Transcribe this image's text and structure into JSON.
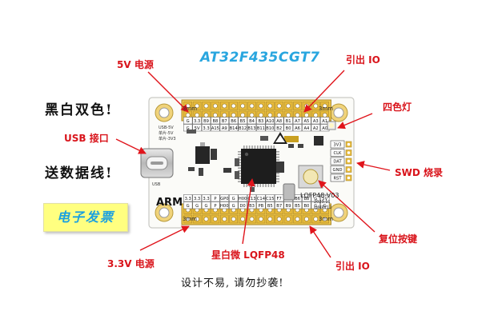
{
  "title": "AT32F435CGT7",
  "callouts": {
    "power_5v": "5V 电源",
    "io_top": "引出 IO",
    "rgb_led": "四色灯",
    "usb": "USB 接口",
    "swd": "SWD 烧录",
    "reset": "复位按键",
    "power_33v": "3.3V 电源",
    "mcu": "星白微 LQFP48",
    "io_bottom": "引出 IO"
  },
  "left_text": {
    "line1": "黑白双色!",
    "line2": "送数据线!",
    "badge": "电子发票"
  },
  "footer_note": "设计不易, 请勿抄袭!",
  "board": {
    "corner_top_left": "3mm",
    "corner_top_right": "3mm",
    "corner_bottom_left": "3mm",
    "corner_bottom_right": "3mm",
    "arm_logo": "ARM",
    "package_label": "LQFP48-V03",
    "usb_label": "USB",
    "date_label": "2023.11",
    "author_label": "@MRV12",
    "top_pins": [
      "G",
      "5V",
      "3.3",
      "A15",
      "A9",
      "B14",
      "B12",
      "B13",
      "B11",
      "B10",
      "B2",
      "B0",
      "A6",
      "A4",
      "A2",
      "A0"
    ],
    "top_pins_row1": [
      "G",
      "3.3",
      "B9",
      "B8",
      "B7",
      "B6",
      "B5",
      "B4",
      "B3",
      "A10",
      "A8",
      "B1",
      "A7",
      "A5",
      "A3",
      "A1"
    ],
    "bottom_pins": [
      "3.3",
      "3.3",
      "3.3",
      "P",
      "GP0",
      "G",
      "H00",
      "C13",
      "C14",
      "C15",
      "F7",
      "B3",
      "B6",
      "B8",
      "G",
      "5V"
    ],
    "bottom_pins_row2": [
      "G",
      "G",
      "G",
      "P",
      "H00",
      "G",
      "D0",
      "B3",
      "PB",
      "B5",
      "B7",
      "B9",
      "B5",
      "B0",
      "G",
      "G"
    ],
    "swd_pins": [
      "3V3",
      "CLK",
      "DAT",
      "GND",
      "RST"
    ],
    "silk_left": [
      "USB-5V",
      "单片-5V",
      "单片-3V3"
    ]
  },
  "colors": {
    "title": "#29a6df",
    "callout": "#d9141b",
    "arrow": "#e0141b",
    "pcb": "#fbfbf8",
    "header": "#f0c84a",
    "chip": "#1d1d1d"
  }
}
